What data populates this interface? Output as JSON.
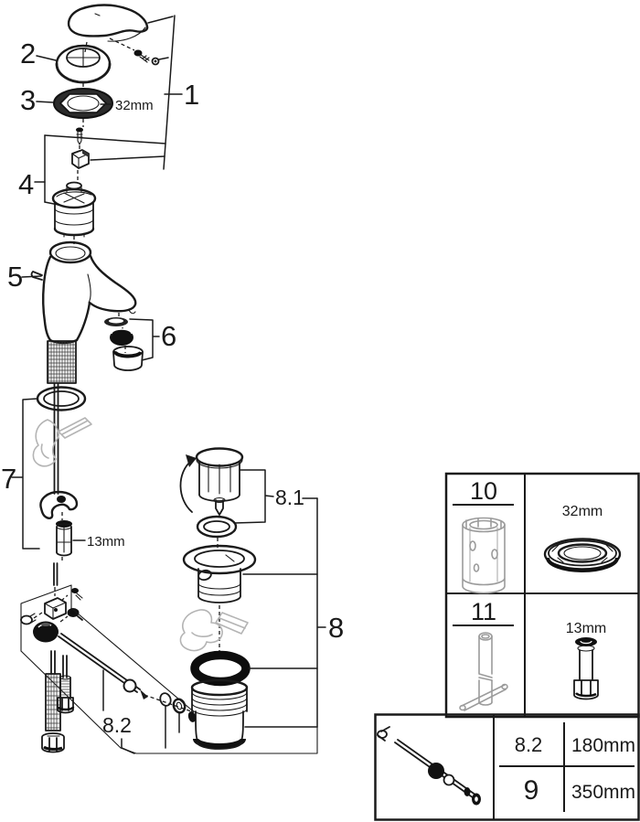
{
  "figure": {
    "kind": "exploded-parts-diagram",
    "colors": {
      "line": "#1a1a1a",
      "ghost": "#b4b4b4",
      "background": "#ffffff"
    }
  },
  "callouts": {
    "c1": "1",
    "c2": "2",
    "c3": "3",
    "c4": "4",
    "c5": "5",
    "c6": "6",
    "c7": "7",
    "c8": "8",
    "c8_1": "8.1",
    "c8_2": "8.2"
  },
  "dimensions": {
    "d32": "32mm",
    "d13": "13mm"
  },
  "tools_table": {
    "rows": [
      {
        "number": "10",
        "tool_icon": "cartridge-socket-tool",
        "size": "32mm",
        "size_icon": "ring-nut"
      },
      {
        "number": "11",
        "tool_icon": "t-handle-key-tool",
        "size": "13mm",
        "size_icon": "hex-bolt"
      }
    ]
  },
  "length_table": {
    "item_icon": "pop-up-rod",
    "rows": [
      {
        "ref": "8.2",
        "length": "180mm"
      },
      {
        "ref": "9",
        "length": "350mm"
      }
    ]
  }
}
